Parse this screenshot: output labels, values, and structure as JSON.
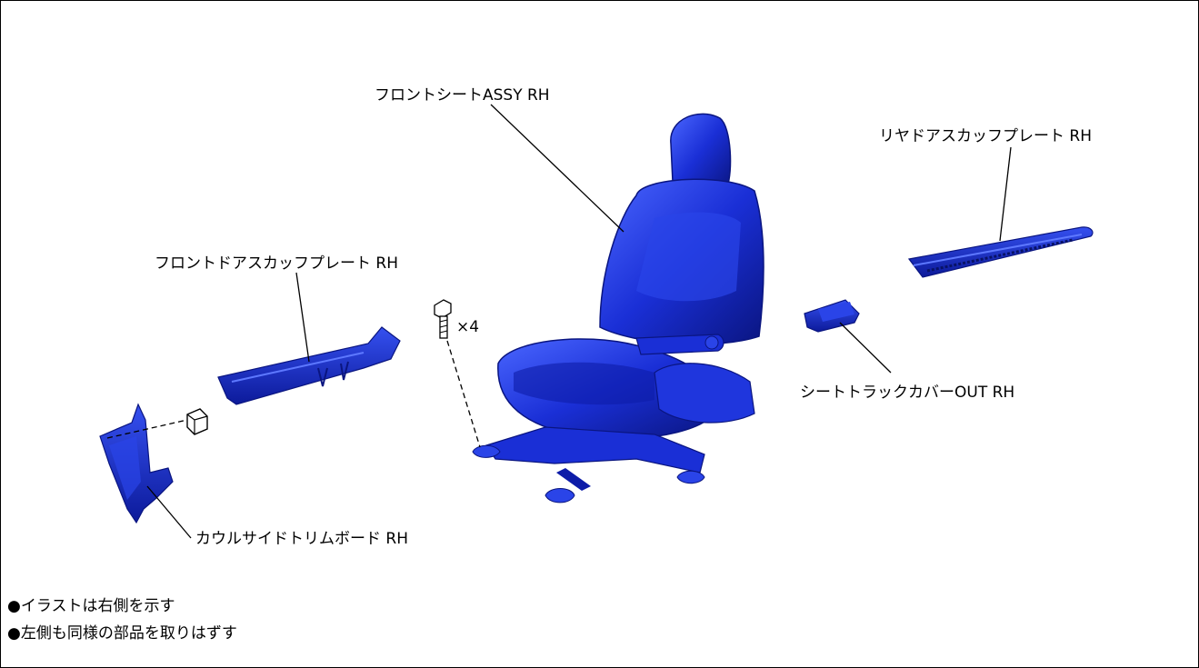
{
  "labels": {
    "front_seat": "フロントシートASSY RH",
    "rear_scuff": "リヤドアスカッフプレート RH",
    "front_scuff": "フロントドアスカッフプレート RH",
    "bolt_qty": "×4",
    "track_cover": "シートトラックカバーOUT RH",
    "cowl_trim": "カウルサイドトリムボード RH"
  },
  "notes": [
    "●イラストは右側を示す",
    "●左側も同様の部品を取りはずす"
  ],
  "colors": {
    "part_fill": "#1a2fd6",
    "part_dark": "#0a1580",
    "part_light": "#5d78ff",
    "leader": "#000000"
  }
}
